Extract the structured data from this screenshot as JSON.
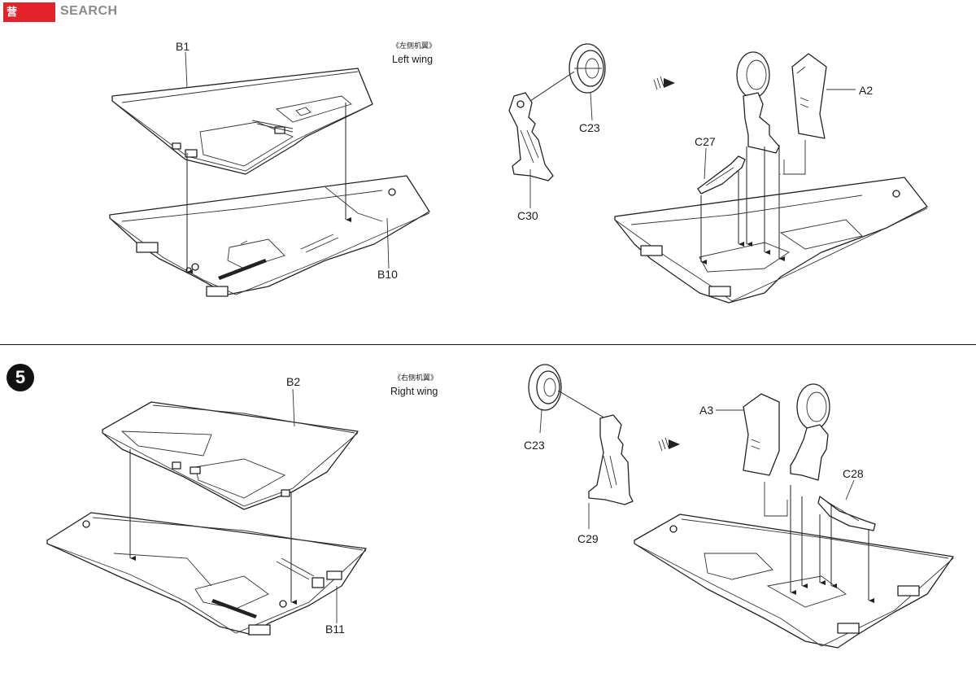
{
  "watermark": {
    "badge": "营",
    "text": "SEARCH"
  },
  "step_number": "5",
  "top": {
    "cn": "《左侧机翼》",
    "en": "Left wing",
    "labels": {
      "b1": "B1",
      "b10": "B10",
      "c23": "C23",
      "c30": "C30",
      "c27": "C27",
      "a2": "A2"
    }
  },
  "bottom": {
    "cn": "《右侧机翼》",
    "en": "Right wing",
    "labels": {
      "b2": "B2",
      "b11": "B11",
      "c23": "C23",
      "c29": "C29",
      "c28": "C28",
      "a3": "A3"
    }
  }
}
